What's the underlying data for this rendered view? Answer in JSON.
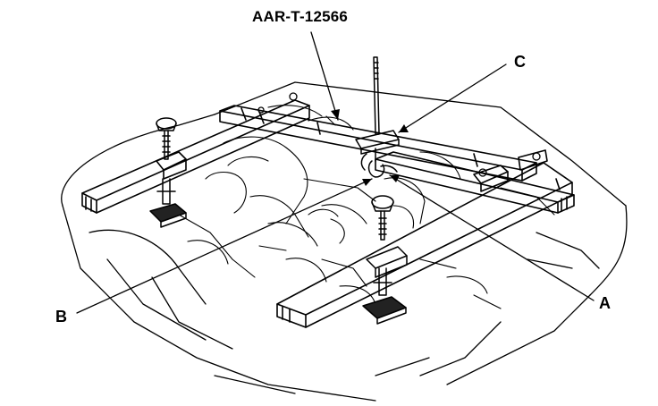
{
  "labels": {
    "tool": "AAR-T-12566",
    "c": "C",
    "a": "A",
    "b": "B"
  },
  "colors": {
    "ink": "#000000",
    "paper": "#ffffff"
  }
}
